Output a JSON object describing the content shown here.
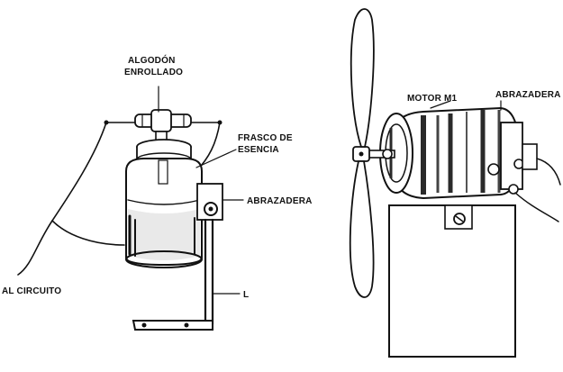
{
  "labels": {
    "algodon_line1": "ALGODÓN",
    "algodon_line2": "ENROLLADO",
    "frasco_line1": "FRASCO DE",
    "frasco_line2": "ESENCIA",
    "abrazadera_left": "ABRAZADERA",
    "al_circuito": "AL CIRCUITO",
    "l_marker": "L",
    "motor": "MOTOR M1",
    "abrazadera_right": "ABRAZADERA"
  },
  "colors": {
    "ink": "#111111",
    "paper": "#ffffff",
    "shade": "#2a2a2a"
  }
}
